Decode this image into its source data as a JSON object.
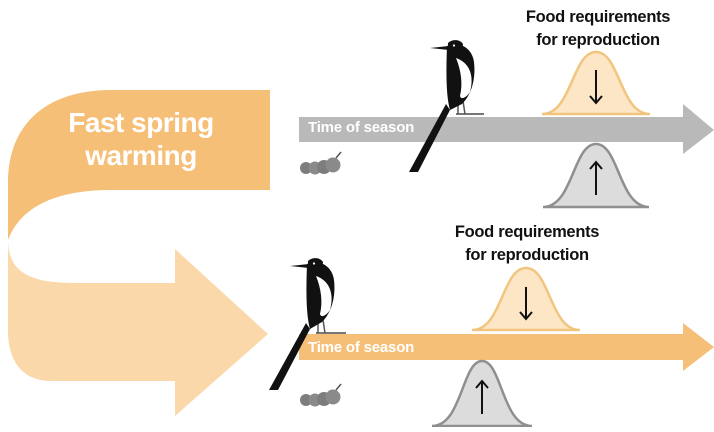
{
  "colors": {
    "accent_orange": "#f6bf78",
    "light_orange": "#fbd8aa",
    "gray_arrow": "#b9b9b9",
    "curve_orange_fill": "#fde6c6",
    "curve_orange_stroke": "#f2c57e",
    "curve_gray_fill": "#dcdcdc",
    "curve_gray_stroke": "#8f8f8f",
    "bird": "#111111",
    "caterpillar": "#8a8a8a"
  },
  "labels": {
    "warming": [
      "Fast spring",
      "warming"
    ],
    "top_panel": {
      "food_title": [
        "Food requirements",
        "for reproduction"
      ],
      "axis_label": "Time of season"
    },
    "bottom_panel": {
      "food_title": [
        "Food requirements",
        "for reproduction"
      ],
      "axis_label": "Time of season"
    }
  },
  "icons": {
    "bird": "magpie-icon",
    "caterpillar": "caterpillar-icon",
    "down_arrow": "down-arrow-icon",
    "up_arrow": "up-arrow-icon"
  }
}
